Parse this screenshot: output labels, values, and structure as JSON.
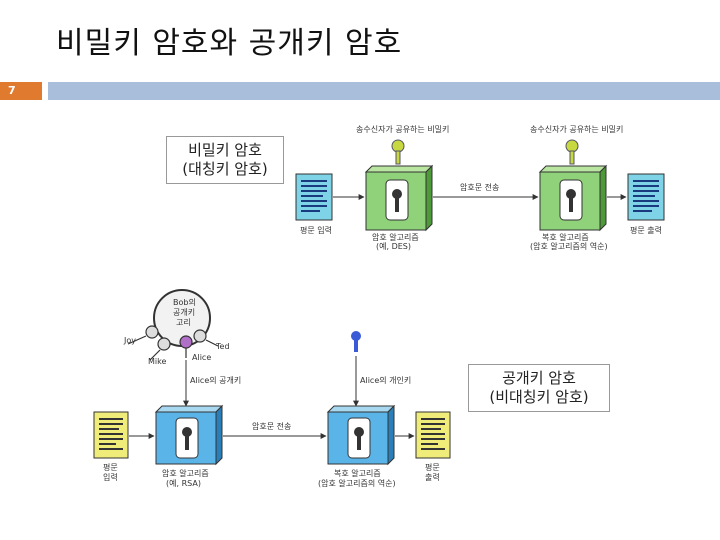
{
  "slide": {
    "title": "비밀키 암호와 공개키 암호",
    "number": "7"
  },
  "symmetric": {
    "label_line1": "비밀키 암호",
    "label_line2": "(대칭키 암호)",
    "key_left": "송수신자가 공유하는 비밀키",
    "key_right": "송수신자가 공유하는 비밀키",
    "plaintext_in": "평문 입력",
    "encrypt_l1": "암호 알고리즘",
    "encrypt_l2": "(예, DES)",
    "transmit": "암호문 전송",
    "decrypt_l1": "복호 알고리즘",
    "decrypt_l2": "(암호 알고리즘의 역순)",
    "plaintext_out": "평문 출력"
  },
  "asymmetric": {
    "label_line1": "공개키 암호",
    "label_line2": "(비대칭키 암호)",
    "ring_l1": "Bob의",
    "ring_l2": "공개키",
    "ring_l3": "고리",
    "joy": "Joy",
    "ted": "Ted",
    "mike": "Mike",
    "alice": "Alice",
    "public_key": "Alice의 공개키",
    "private_key": "Alice의 개인키",
    "plaintext_in_l1": "평문",
    "plaintext_in_l2": "입력",
    "encrypt_l1": "암호 알고리즘",
    "encrypt_l2": "(예, RSA)",
    "transmit": "암호문 전송",
    "decrypt_l1": "복호 알고리즘",
    "decrypt_l2": "(암호 알고리즘의 역순)",
    "plaintext_out_l1": "평문",
    "plaintext_out_l2": "출력"
  }
}
